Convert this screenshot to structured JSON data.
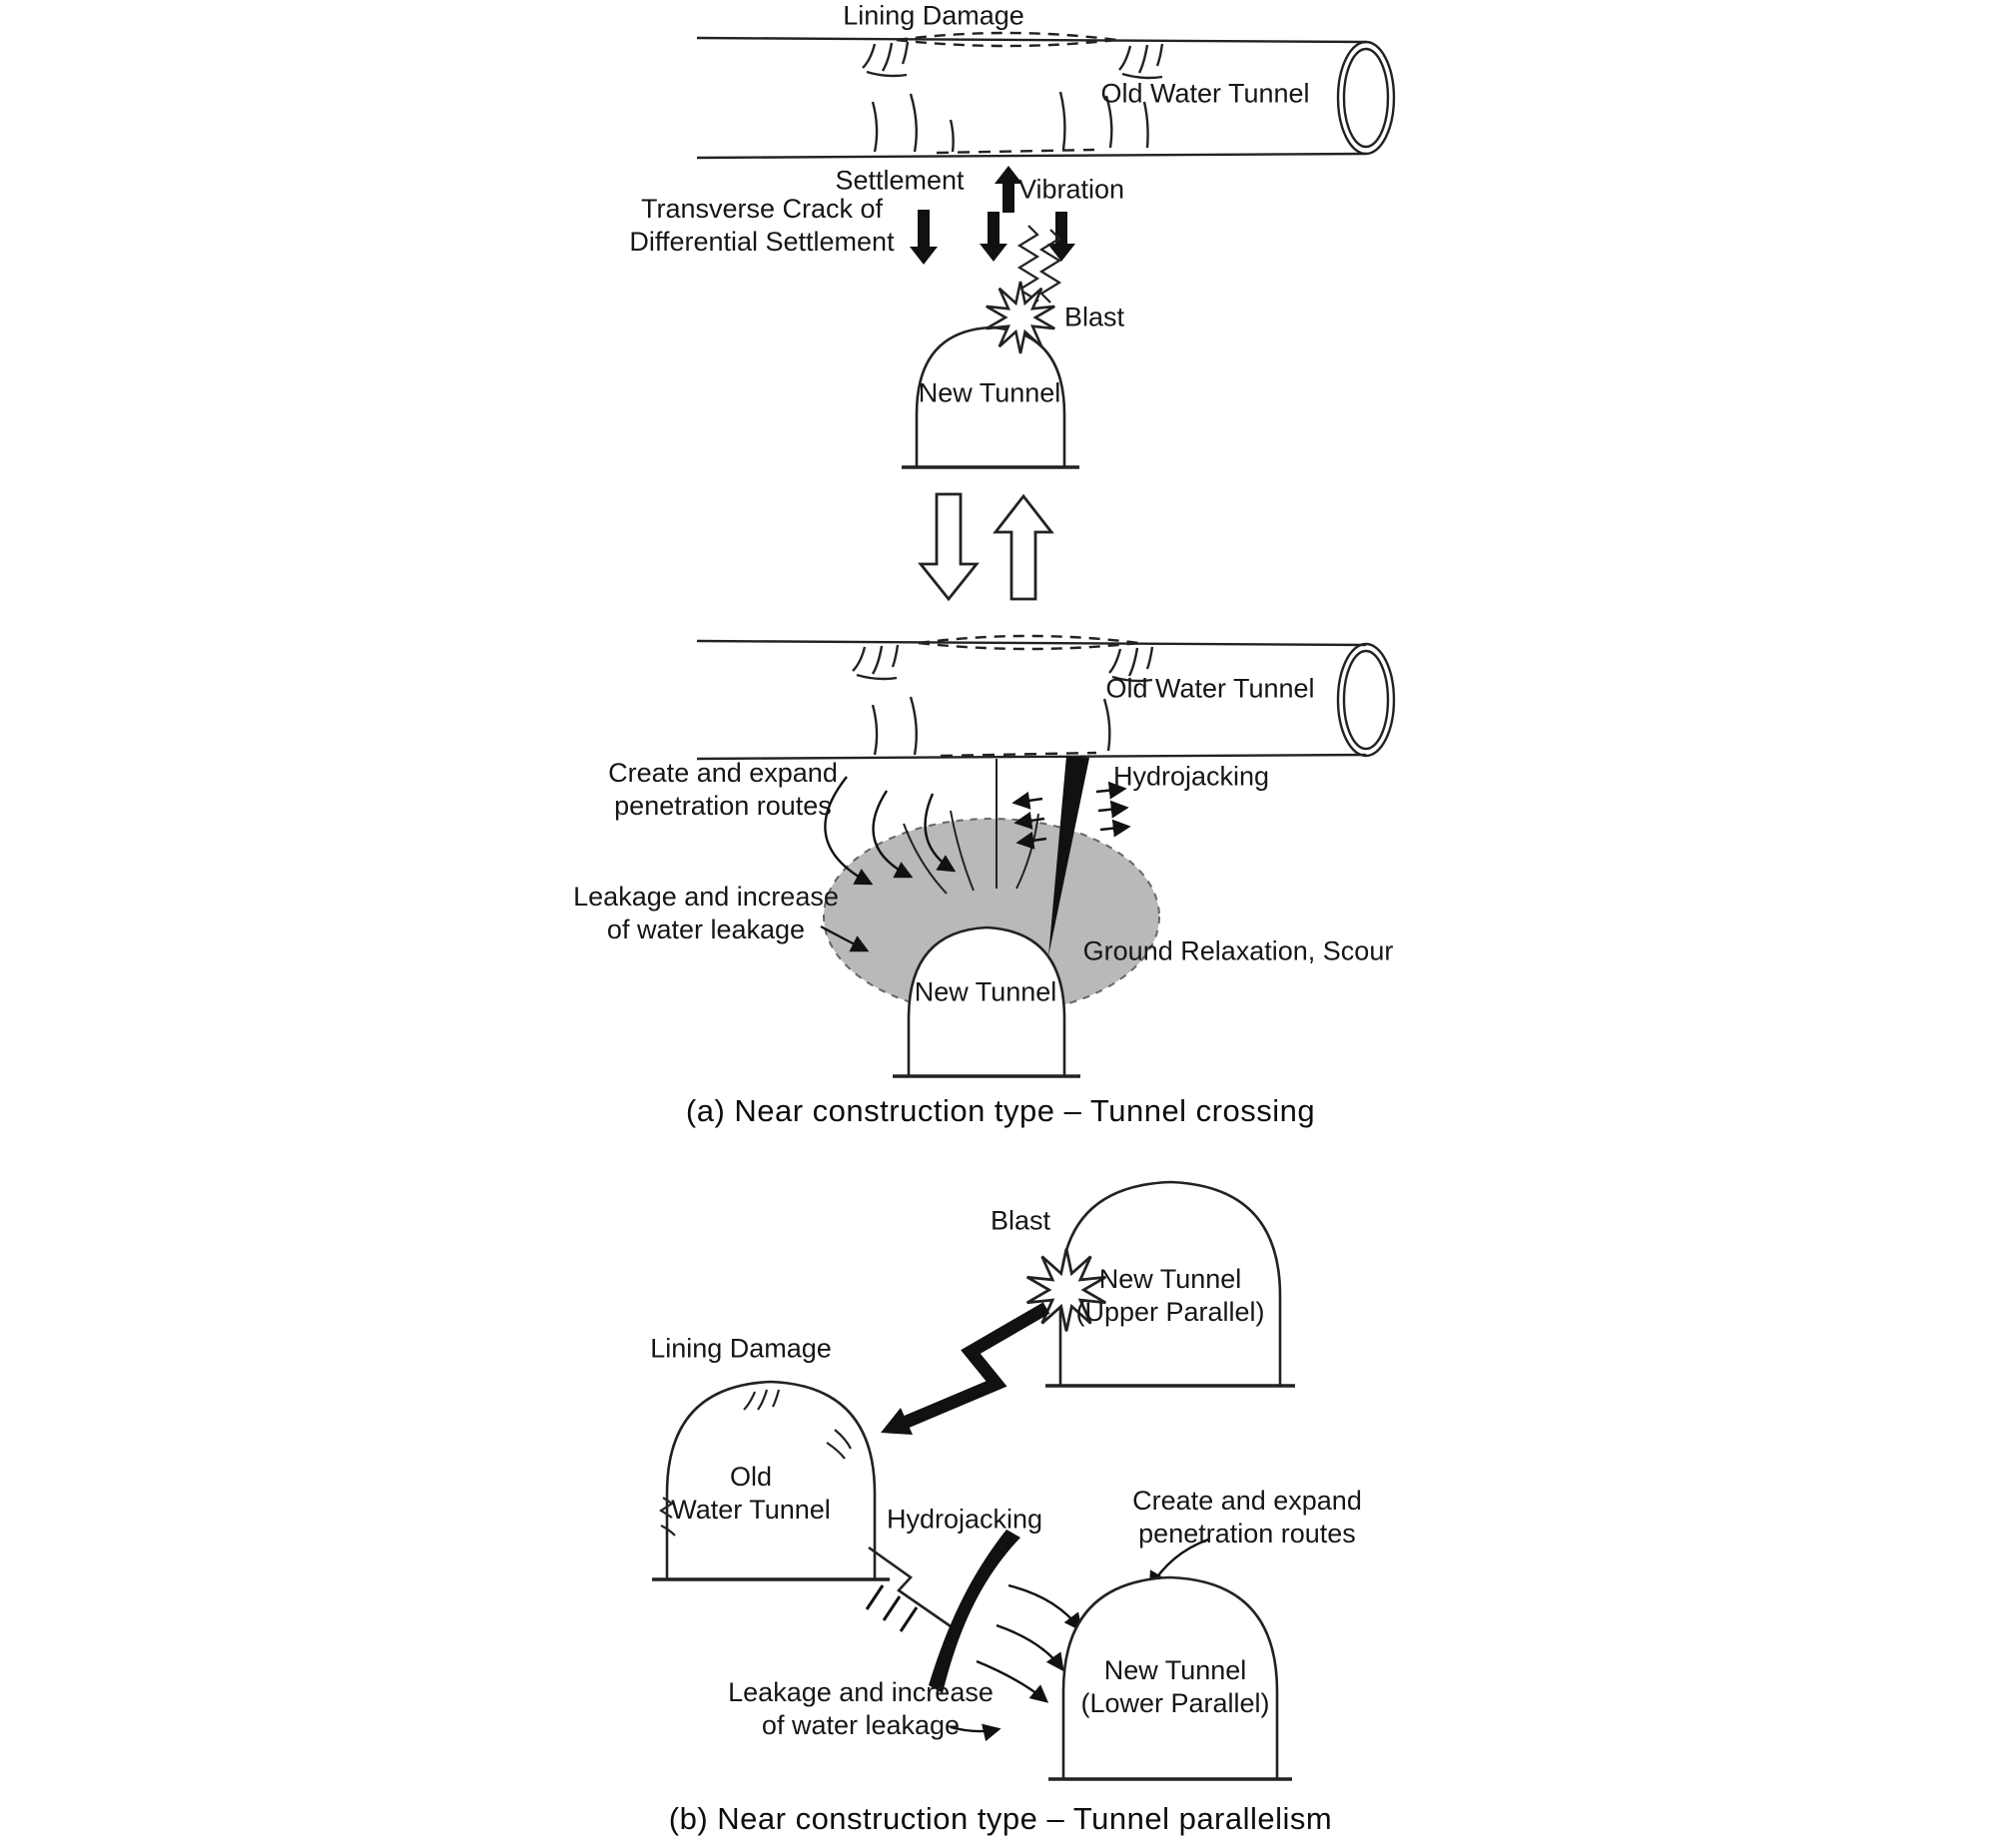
{
  "panel_a": {
    "caption": "(a) Near construction type – Tunnel crossing",
    "top": {
      "lining_damage": "Lining Damage",
      "old_water_tunnel": "Old Water Tunnel",
      "settlement": "Settlement",
      "vibration": "Vibration",
      "transverse_crack": "Transverse Crack of\nDifferential Settlement",
      "blast": "Blast",
      "new_tunnel": "New Tunnel"
    },
    "bottom": {
      "old_water_tunnel": "Old Water Tunnel",
      "create_expand": "Create and expand\npenetration routes",
      "hydrojacking": "Hydrojacking",
      "leakage": "Leakage and increase\nof water leakage",
      "ground_relaxation": "Ground Relaxation, Scour",
      "new_tunnel": "New Tunnel"
    }
  },
  "panel_b": {
    "caption": "(b) Near construction type – Tunnel parallelism",
    "blast": "Blast",
    "new_tunnel_upper": "New Tunnel\n(Upper Parallel)",
    "lining_damage": "Lining Damage",
    "old_water_tunnel": "Old\nWater Tunnel",
    "hydrojacking": "Hydrojacking",
    "create_expand": "Create and expand\npenetration routes",
    "new_tunnel_lower": "New Tunnel\n(Lower Parallel)",
    "leakage": "Leakage and increase\nof water leakage"
  },
  "colors": {
    "line": "#222222",
    "fill_black": "#111111",
    "ground_gray": "#b9b9b9"
  }
}
